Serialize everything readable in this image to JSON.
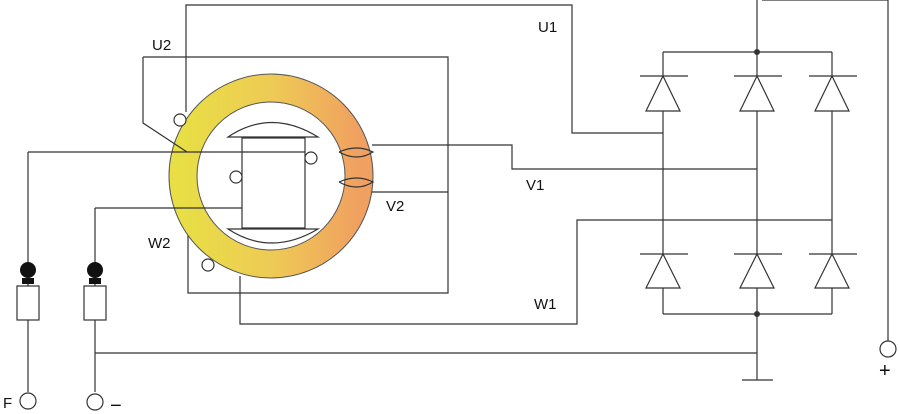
{
  "labels": {
    "u1": "U1",
    "u2": "U2",
    "v1": "V1",
    "v2": "V2",
    "w1": "W1",
    "w2": "W2",
    "f": "F",
    "minus": "−",
    "plus": "+"
  },
  "colors": {
    "ring_light": "#E8DE45",
    "ring_dark": "#F0A060",
    "wire": "#333333",
    "lamp": "#111111"
  }
}
